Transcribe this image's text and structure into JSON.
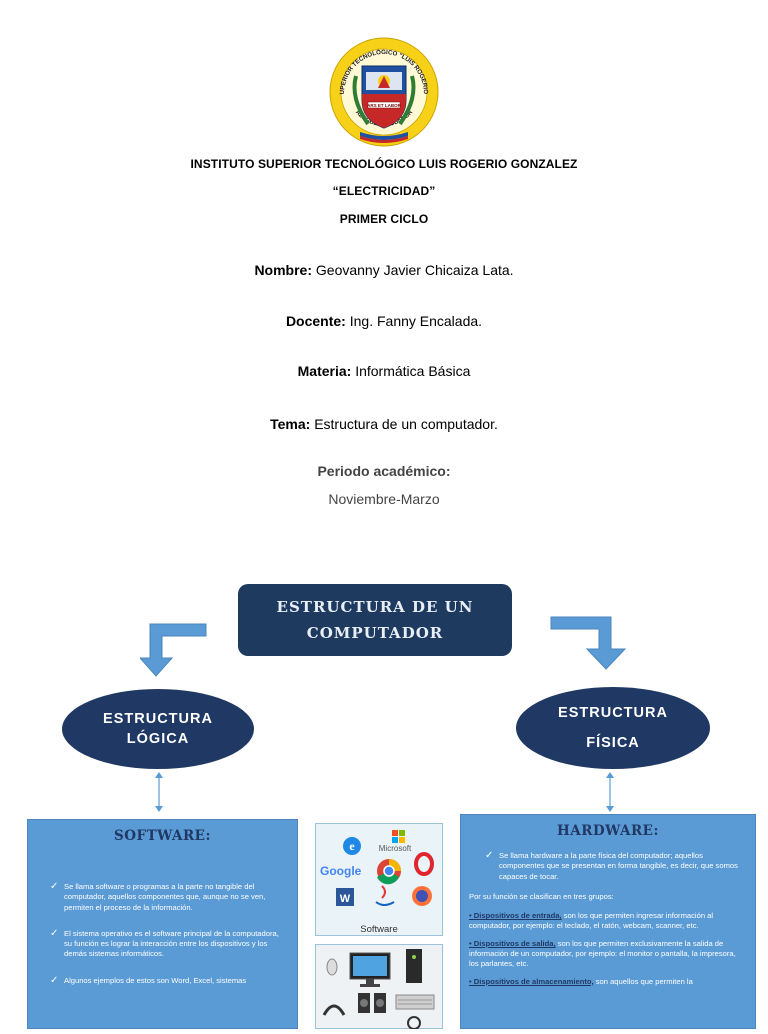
{
  "logo": {
    "ring_text": "INSTITUTO SUPERIOR TECNOLÓGICO \"LUIS ROGERIO GONZALEZ\"",
    "motto": "ARS ET LABOR",
    "bottom_text": "AZOGUES - ECUADOR",
    "colors": {
      "ring": "#f7d117",
      "shield_blue": "#1f4fa0",
      "shield_red": "#c62828",
      "green": "#2e7d32"
    }
  },
  "header": {
    "institution": "INSTITUTO SUPERIOR TECNOLÓGICO LUIS ROGERIO GONZALEZ",
    "career": "“ELECTRICIDAD”",
    "cycle": "PRIMER CICLO"
  },
  "fields": {
    "nombre_label": "Nombre:",
    "nombre_value": " Geovanny Javier Chicaiza Lata.",
    "docente_label": "Docente:",
    "docente_value": " Ing. Fanny Encalada.",
    "materia_label": "Materia:",
    "materia_value": " Informática Básica",
    "tema_label": "Tema:",
    "tema_value": " Estructura de un computador.",
    "periodo_label": "Periodo académico:",
    "periodo_value": "Noviembre-Marzo"
  },
  "diagram": {
    "title_line1": "ESTRUCTURA DE UN",
    "title_line2": "COMPUTADOR",
    "left_line1": "ESTRUCTURA",
    "left_line2": "LÓGICA",
    "right_line1": "ESTRUCTURA",
    "right_line2": "FÍSICA",
    "colors": {
      "title_box": "#1e3a5f",
      "ellipse": "#1f3864",
      "panel": "#5b9bd5",
      "arrow": "#5b9bd5"
    }
  },
  "software": {
    "title": "SOFTWARE:",
    "bullet1": "Se llama software o programas a la parte no tangible del computador, aquellos componentes que, aunque no se ven, permiten el proceso de la información.",
    "bullet2": "El sistema operativo es el software principal de la computadora, su función es lograr la interacción entre los dispositivos y los demás sistemas informáticos.",
    "bullet3": "Algunos ejemplos de estos son Word, Excel, sistemas"
  },
  "software_image": {
    "caption": "Software",
    "microsoft": "Microsoft",
    "google": "Google"
  },
  "hardware": {
    "title": "HARDWARE:",
    "bullet1": "Se llama hardware a la parte física del computador; aquellos componentes que se presentan en forma tangible, es decir, que somos capaces de tocar.",
    "groups_intro": "Por su función se clasifican en tres grupos:",
    "entrada_label": "• Dispositivos de entrada,",
    "entrada_text": " son los que permiten ingresar información al computador, por ejemplo: el teclado, el ratón, webcam, scanner, etc.",
    "salida_label": "• Dispositivos de salida,",
    "salida_text": " son los que permiten exclusivamente la salida de información de un computador, por ejemplo: el monitor o pantalla, la impresora, los parlantes, etc.",
    "almac_label": "• Dispositivos de almacenamiento,",
    "almac_text": " son aquellos que permiten la"
  }
}
